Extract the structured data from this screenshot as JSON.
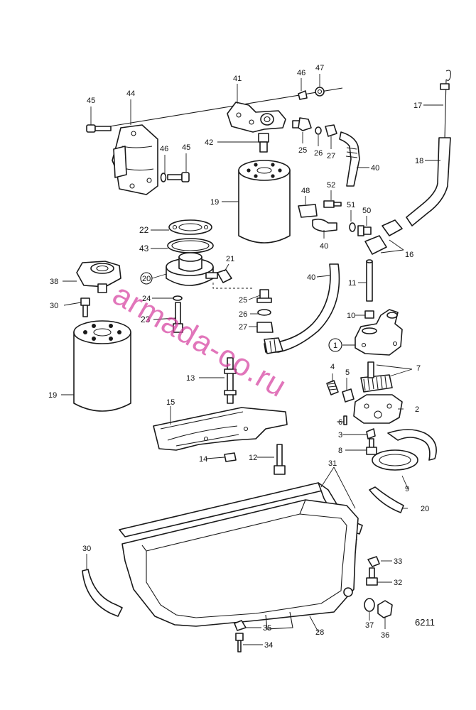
{
  "figure_id": "6211",
  "watermark": "armada-co.ru",
  "callouts": [
    {
      "id": "c45a",
      "text": "45"
    },
    {
      "id": "c44",
      "text": "44"
    },
    {
      "id": "c46a",
      "text": "46"
    },
    {
      "id": "c45b",
      "text": "45"
    },
    {
      "id": "c41",
      "text": "41"
    },
    {
      "id": "c46b",
      "text": "46"
    },
    {
      "id": "c47",
      "text": "47"
    },
    {
      "id": "c17",
      "text": "17"
    },
    {
      "id": "c42",
      "text": "42"
    },
    {
      "id": "c25a",
      "text": "25"
    },
    {
      "id": "c26a",
      "text": "26"
    },
    {
      "id": "c27a",
      "text": "27"
    },
    {
      "id": "c40a",
      "text": "40"
    },
    {
      "id": "c18",
      "text": "18"
    },
    {
      "id": "c19a",
      "text": "19"
    },
    {
      "id": "c48",
      "text": "48"
    },
    {
      "id": "c52",
      "text": "52"
    },
    {
      "id": "c51",
      "text": "51"
    },
    {
      "id": "c50",
      "text": "50"
    },
    {
      "id": "c40b",
      "text": "40"
    },
    {
      "id": "c16",
      "text": "16"
    },
    {
      "id": "c22",
      "text": "22"
    },
    {
      "id": "c43",
      "text": "43"
    },
    {
      "id": "c20a",
      "text": "20"
    },
    {
      "id": "c21",
      "text": "21"
    },
    {
      "id": "c38",
      "text": "38"
    },
    {
      "id": "c40c",
      "text": "40"
    },
    {
      "id": "c11",
      "text": "11"
    },
    {
      "id": "c24",
      "text": "24"
    },
    {
      "id": "c25b",
      "text": "25"
    },
    {
      "id": "c30a",
      "text": "30"
    },
    {
      "id": "c23",
      "text": "23"
    },
    {
      "id": "c26b",
      "text": "26"
    },
    {
      "id": "c10",
      "text": "10"
    },
    {
      "id": "c27b",
      "text": "27"
    },
    {
      "id": "c1",
      "text": "1"
    },
    {
      "id": "c19b",
      "text": "19"
    },
    {
      "id": "c13",
      "text": "13"
    },
    {
      "id": "c4",
      "text": "4"
    },
    {
      "id": "c5",
      "text": "5"
    },
    {
      "id": "c7",
      "text": "7"
    },
    {
      "id": "c15",
      "text": "15"
    },
    {
      "id": "c2",
      "text": "2"
    },
    {
      "id": "c6",
      "text": "6"
    },
    {
      "id": "c3",
      "text": "3"
    },
    {
      "id": "c12",
      "text": "12"
    },
    {
      "id": "c14",
      "text": "14"
    },
    {
      "id": "c8",
      "text": "8"
    },
    {
      "id": "c31",
      "text": "31"
    },
    {
      "id": "c9",
      "text": "9"
    },
    {
      "id": "c20b",
      "text": "20"
    },
    {
      "id": "c30b",
      "text": "30"
    },
    {
      "id": "c33",
      "text": "33"
    },
    {
      "id": "c32",
      "text": "32"
    },
    {
      "id": "c35",
      "text": "35"
    },
    {
      "id": "c28",
      "text": "28"
    },
    {
      "id": "c37",
      "text": "37"
    },
    {
      "id": "c36",
      "text": "36"
    },
    {
      "id": "c34",
      "text": "34"
    }
  ]
}
